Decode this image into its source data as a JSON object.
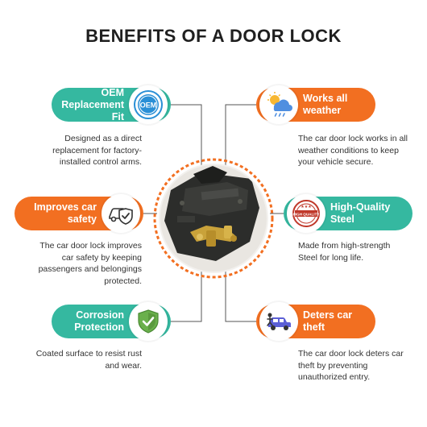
{
  "title": "BENEFITS OF A DOOR LOCK",
  "colors": {
    "teal": "#35b8a0",
    "orange": "#f26f21",
    "title": "#1f1f1f"
  },
  "benefits": [
    {
      "title_line1": "OEM",
      "title_line2": "Replacement Fit",
      "icon": "oem-badge-icon",
      "badge_text": "OEM",
      "desc_line1": "Designed as a direct",
      "desc_line2": "replacement for factory-",
      "desc_line3": "installed control arms."
    },
    {
      "title_line1": "Works all",
      "title_line2": "weather",
      "icon": "weather-icon",
      "desc_line1": "The car door lock works in all",
      "desc_line2": "weather conditions to keep",
      "desc_line3": "your vehicle secure."
    },
    {
      "title_line1": "Improves car",
      "title_line2": "safety",
      "icon": "car-shield-icon",
      "desc_line1": "The car door lock improves",
      "desc_line2": "car safety by keeping",
      "desc_line3": "passengers and belongings",
      "desc_line4": "protected."
    },
    {
      "title_line1": "High-Quality",
      "title_line2": "Steel",
      "icon": "quality-stamp-icon",
      "stamp_text": "HIGH QUALITY",
      "desc_line1": "Made from high-strength",
      "desc_line2": "Steel for long life."
    },
    {
      "title_line1": "Corrosion",
      "title_line2": "Protection",
      "icon": "check-shield-icon",
      "desc_line1": "Coated surface to resist rust",
      "desc_line2": "and wear."
    },
    {
      "title_line1": "Deters car",
      "title_line2": "theft",
      "icon": "thief-car-icon",
      "desc_line1": "The car door lock deters car",
      "desc_line2": "theft by preventing",
      "desc_line3": "unauthorized entry."
    }
  ]
}
